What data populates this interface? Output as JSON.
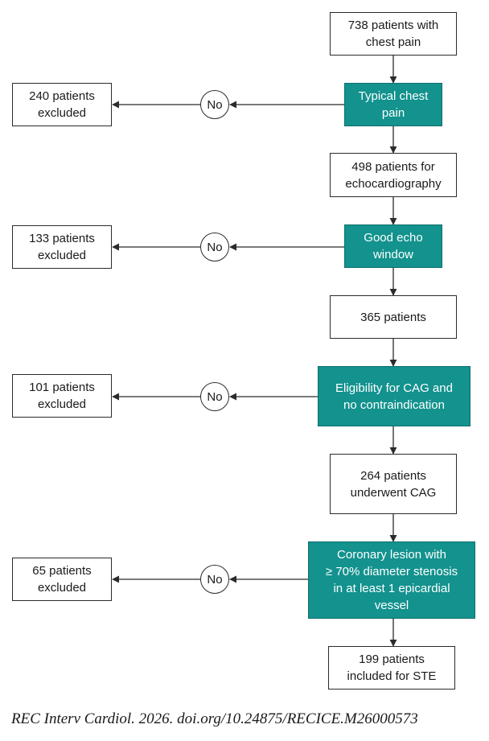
{
  "colors": {
    "decision": "#13928e",
    "line": "#2b2b2b"
  },
  "flow": {
    "start": "738 patients with\nchest pain",
    "decision1": "Typical chest\npain",
    "excluded1": "240 patients\nexcluded",
    "step1": "498 patients for\nechocardiography",
    "decision2": "Good echo\nwindow",
    "excluded2": "133 patients\nexcluded",
    "step2": "365 patients",
    "decision3": "Eligibility for CAG and\nno contraindication",
    "excluded3": "101 patients\nexcluded",
    "step3": "264 patients\nunderwent CAG",
    "decision4": "Coronary lesion with\n≥ 70% diameter stenosis\nin at least 1 epicardial\nvessel",
    "excluded4": "65 patients\nexcluded",
    "final": "199 patients\nincluded for STE",
    "no_label": "No"
  },
  "citation": "REC Interv Cardiol. 2026. doi.org/10.24875/RECICE.M26000573"
}
